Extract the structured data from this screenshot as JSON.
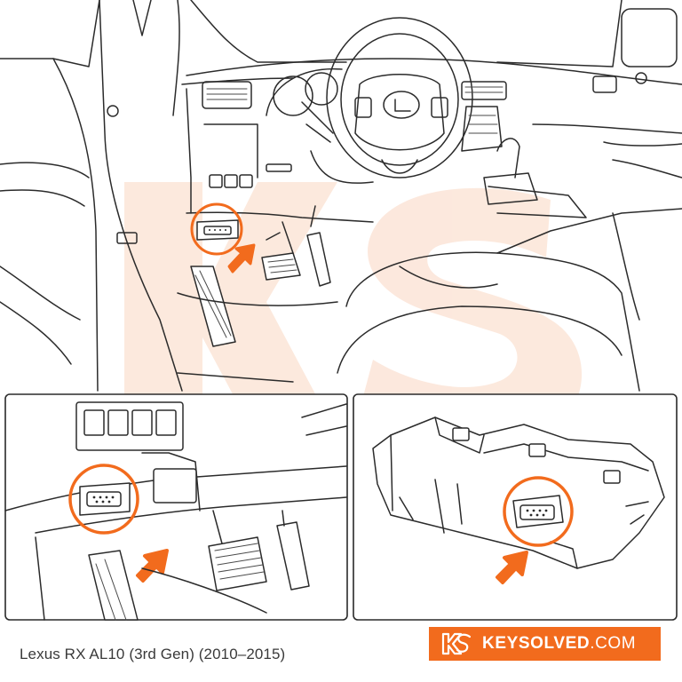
{
  "caption": "Lexus RX AL10 (3rd Gen) (2010–2015)",
  "brand": {
    "name": "KEYSOLVED",
    "domain": ".COM",
    "logo_text": "KS"
  },
  "colors": {
    "accent": "#f26b1d",
    "line": "#2b2b2b",
    "watermark": "#fbe1d2",
    "panel_border": "#2a2a2a"
  },
  "icons": {
    "locator_arrow": "arrow-up-right-icon",
    "locator_ring": "circle-highlight-icon",
    "brand_logo": "ks-logo-icon"
  }
}
